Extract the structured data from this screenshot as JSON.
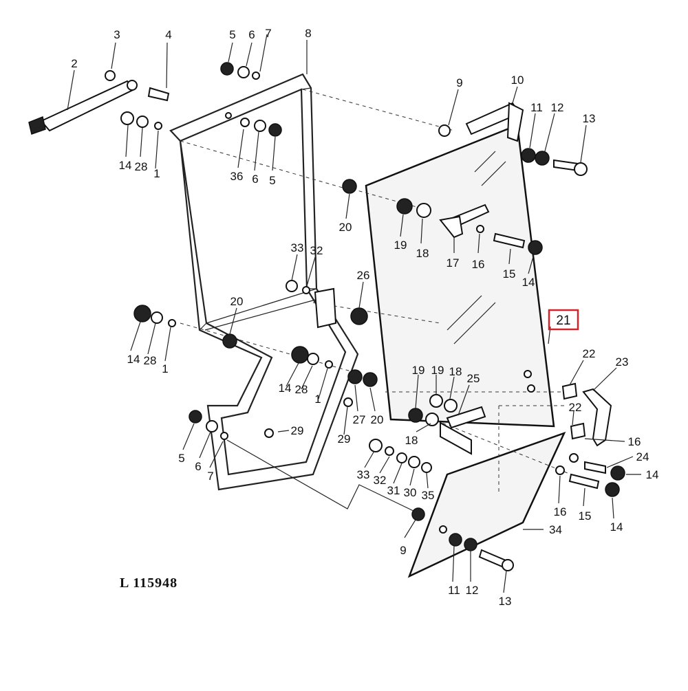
{
  "drawing_ref": "L 115948",
  "highlighted_part": "21",
  "colors": {
    "ink": "#111111",
    "highlight": "#d2232a",
    "background": "#ffffff"
  },
  "parts": [
    {
      "id": "c3",
      "label": "3"
    },
    {
      "id": "c2",
      "label": "2"
    },
    {
      "id": "c4",
      "label": "4"
    },
    {
      "id": "c5a",
      "label": "5"
    },
    {
      "id": "c6a",
      "label": "6"
    },
    {
      "id": "c7a",
      "label": "7"
    },
    {
      "id": "c8",
      "label": "8"
    },
    {
      "id": "c9a",
      "label": "9"
    },
    {
      "id": "c10",
      "label": "10"
    },
    {
      "id": "c11a",
      "label": "11"
    },
    {
      "id": "c12a",
      "label": "12"
    },
    {
      "id": "c13a",
      "label": "13"
    },
    {
      "id": "c14a",
      "label": "14"
    },
    {
      "id": "c28a",
      "label": "28"
    },
    {
      "id": "c1a",
      "label": "1"
    },
    {
      "id": "c36",
      "label": "36"
    },
    {
      "id": "c6b",
      "label": "6"
    },
    {
      "id": "c5b",
      "label": "5"
    },
    {
      "id": "c20a",
      "label": "20"
    },
    {
      "id": "c19a",
      "label": "19"
    },
    {
      "id": "c18a",
      "label": "18"
    },
    {
      "id": "c17",
      "label": "17"
    },
    {
      "id": "c16a",
      "label": "16"
    },
    {
      "id": "c15a",
      "label": "15"
    },
    {
      "id": "c14b",
      "label": "14"
    },
    {
      "id": "c33a",
      "label": "33"
    },
    {
      "id": "c32a",
      "label": "32"
    },
    {
      "id": "c26",
      "label": "26"
    },
    {
      "id": "c20b",
      "label": "20"
    },
    {
      "id": "c21",
      "label": "21"
    },
    {
      "id": "c14c",
      "label": "14"
    },
    {
      "id": "c28b",
      "label": "28"
    },
    {
      "id": "c1b",
      "label": "1"
    },
    {
      "id": "c22a",
      "label": "22"
    },
    {
      "id": "c23",
      "label": "23"
    },
    {
      "id": "c19b",
      "label": "19"
    },
    {
      "id": "c19c",
      "label": "19"
    },
    {
      "id": "c18b",
      "label": "18"
    },
    {
      "id": "c25",
      "label": "25"
    },
    {
      "id": "c14d",
      "label": "14"
    },
    {
      "id": "c28c",
      "label": "28"
    },
    {
      "id": "c1c",
      "label": "1"
    },
    {
      "id": "c27",
      "label": "27"
    },
    {
      "id": "c20c",
      "label": "20"
    },
    {
      "id": "c22b",
      "label": "22"
    },
    {
      "id": "c29a",
      "label": "29"
    },
    {
      "id": "c29b",
      "label": "29"
    },
    {
      "id": "c18c",
      "label": "18"
    },
    {
      "id": "c16b",
      "label": "16"
    },
    {
      "id": "c5c",
      "label": "5"
    },
    {
      "id": "c6c",
      "label": "6"
    },
    {
      "id": "c7b",
      "label": "7"
    },
    {
      "id": "c24",
      "label": "24"
    },
    {
      "id": "c14e",
      "label": "14"
    },
    {
      "id": "c33b",
      "label": "33"
    },
    {
      "id": "c32b",
      "label": "32"
    },
    {
      "id": "c31",
      "label": "31"
    },
    {
      "id": "c30",
      "label": "30"
    },
    {
      "id": "c35",
      "label": "35"
    },
    {
      "id": "c16c",
      "label": "16"
    },
    {
      "id": "c15b",
      "label": "15"
    },
    {
      "id": "c14f",
      "label": "14"
    },
    {
      "id": "c34",
      "label": "34"
    },
    {
      "id": "c9b",
      "label": "9"
    },
    {
      "id": "c11b",
      "label": "11"
    },
    {
      "id": "c12b",
      "label": "12"
    },
    {
      "id": "c13b",
      "label": "13"
    }
  ]
}
